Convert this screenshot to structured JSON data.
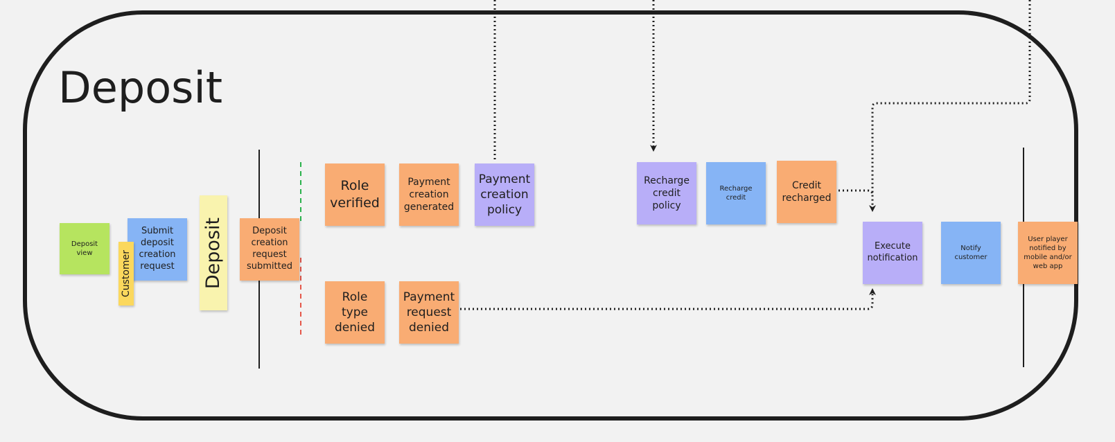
{
  "diagram": {
    "title": "Deposit",
    "notes": {
      "deposit_view": "Deposit view",
      "submit_deposit": "Submit deposit creation request",
      "customer": "Customer",
      "deposit_aggregate": "Deposit",
      "deposit_submitted": "Deposit creation request submitted",
      "role_verified": "Role verified",
      "payment_generated": "Payment creation generated",
      "payment_policy": "Payment creation policy",
      "role_denied": "Role type denied",
      "payment_denied": "Payment request denied",
      "recharge_policy": "Recharge credit policy",
      "recharge_credit": "Recharge credit",
      "credit_recharged": "Credit recharged",
      "execute_notification": "Execute notification",
      "notify_customer": "Notify customer",
      "user_notified": "User player notified by mobile and/or web app"
    },
    "colors": {
      "event": "#f9ac73",
      "command": "#86b4f5",
      "policy": "#b8aef8",
      "read_model": "#b6e45f",
      "aggregate": "#f9f3ae",
      "actor": "#fbd85d",
      "frame": "#1e1e1e",
      "success_divider": "#2bb24c",
      "failure_divider": "#e5574a"
    }
  }
}
